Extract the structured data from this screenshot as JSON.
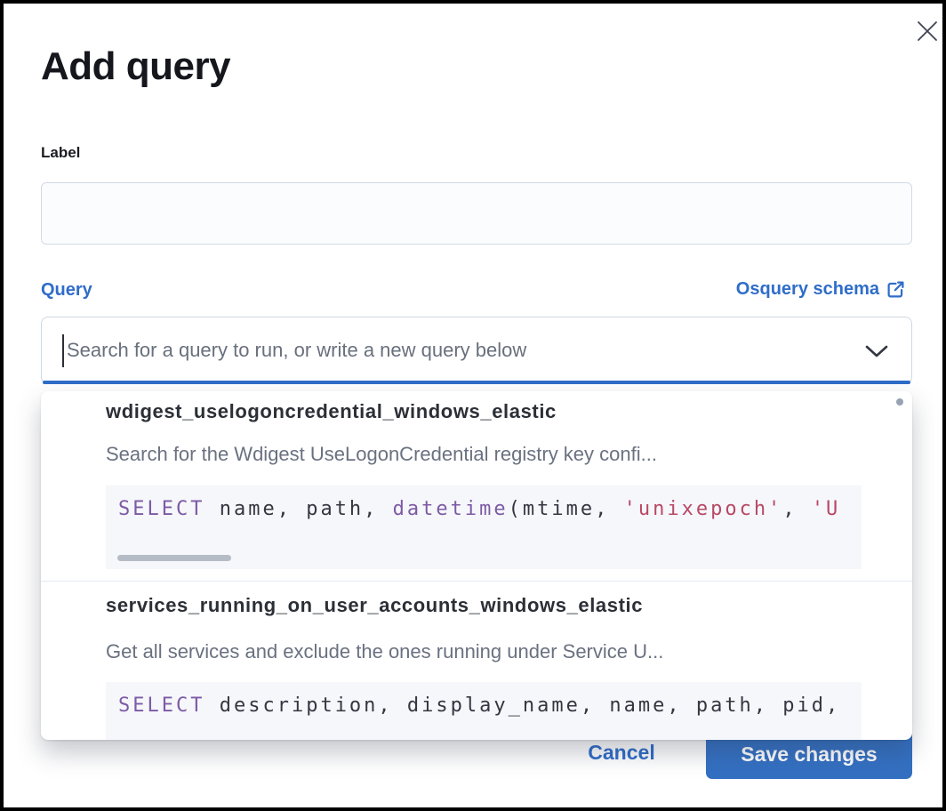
{
  "modal": {
    "title": "Add query"
  },
  "label_field": {
    "label": "Label",
    "value": ""
  },
  "query_field": {
    "label": "Query",
    "schema_link_label": "Osquery schema",
    "search": {
      "value": "",
      "placeholder": "Search for a query to run, or write a new query below"
    }
  },
  "dropdown": {
    "options": [
      {
        "title": "wdigest_uselogoncredential_windows_elastic",
        "description": "Search for the Wdigest UseLogonCredential registry key confi...",
        "code_tokens": [
          {
            "type": "keyword",
            "text": "SELECT"
          },
          {
            "type": "plain",
            "text": " name, path, "
          },
          {
            "type": "keyword",
            "text": "datetime"
          },
          {
            "type": "plain",
            "text": "(mtime, "
          },
          {
            "type": "string",
            "text": "'unixepoch'"
          },
          {
            "type": "plain",
            "text": ", "
          },
          {
            "type": "string",
            "text": "'U"
          }
        ]
      },
      {
        "title": "services_running_on_user_accounts_windows_elastic",
        "description": "Get all services and exclude the ones running under Service U...",
        "code_tokens": [
          {
            "type": "keyword",
            "text": "SELECT"
          },
          {
            "type": "plain",
            "text": " description, display_name, name, path, pid,"
          }
        ]
      }
    ]
  },
  "footer": {
    "cancel_label": "Cancel",
    "save_label": "Save changes"
  },
  "icons": {
    "close_icon": "✕",
    "chevron_down_icon": "⌄",
    "external_link_icon": "↗"
  },
  "colors": {
    "primary": "#2f6dc9",
    "button": "#3470c2",
    "kw": "#7d5aa5",
    "str": "#b94865"
  }
}
